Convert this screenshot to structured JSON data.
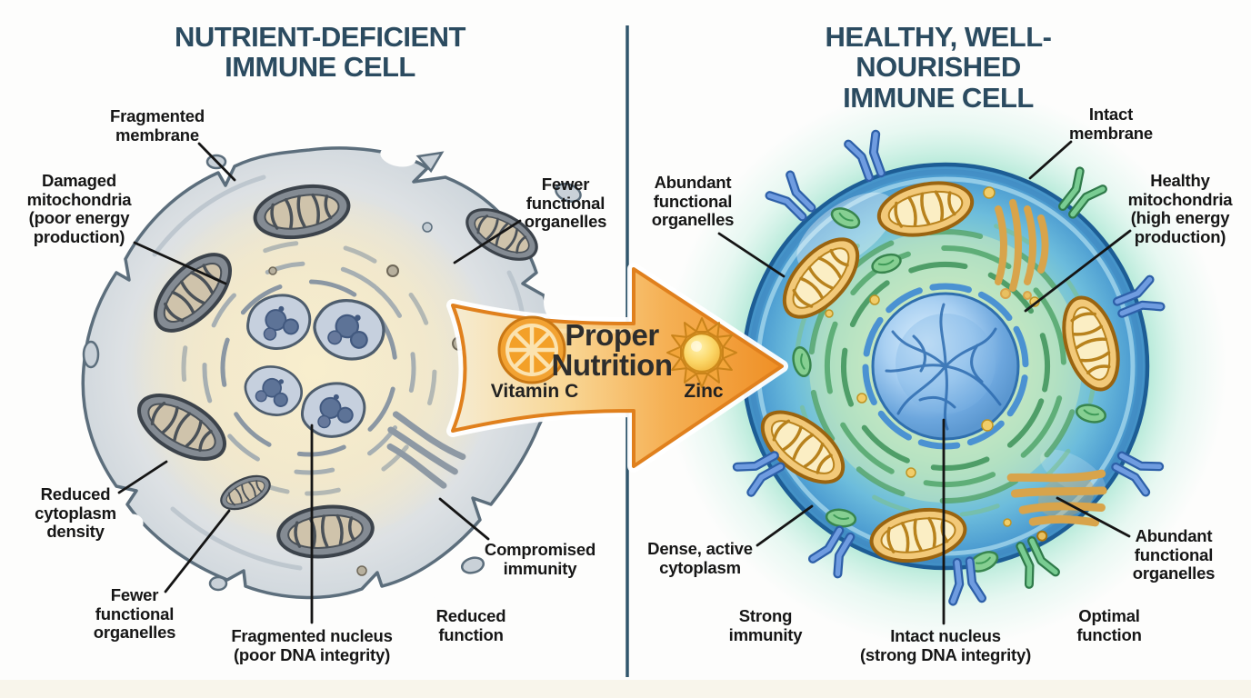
{
  "left": {
    "title": "NUTRIENT-DEFICIENT\nIMMUNE CELL",
    "labels": {
      "fragmented_membrane": "Fragmented\nmembrane",
      "damaged_mitochondria": "Damaged\nmitochondria\n(poor energy\nproduction)",
      "fewer_organelles_top": "Fewer\nfunctional\norganelles",
      "reduced_cytoplasm": "Reduced\ncytoplasm\ndensity",
      "fewer_organelles_bottom": "Fewer\nfunctional\norganelles",
      "fragmented_nucleus": "Fragmented nucleus\n(poor DNA integrity)",
      "compromised_immunity": "Compromised\nimmunity",
      "reduced_function": "Reduced\nfunction"
    }
  },
  "right": {
    "title": "HEALTHY, WELL-NOURISHED\nIMMUNE CELL",
    "labels": {
      "intact_membrane": "Intact\nmembrane",
      "abundant_organelles_top": "Abundant\nfunctional\norganelles",
      "healthy_mitochondria": "Healthy\nmitochondria\n(high energy\nproduction)",
      "dense_cytoplasm": "Dense, active\ncytoplasm",
      "strong_immunity": "Strong\nimmunity",
      "intact_nucleus": "Intact nucleus\n(strong DNA integrity)",
      "optimal_function": "Optimal\nfunction",
      "abundant_organelles_bottom": "Abundant\nfunctional\norganelles"
    }
  },
  "center": {
    "arrow_text": "Proper\nNutrition",
    "vitamin_c_label": "Vitamin C",
    "zinc_label": "Zinc",
    "icons": {
      "vitamin_c": "orange-slice-icon",
      "zinc": "sun-icon"
    }
  },
  "colors": {
    "title_text": "#2b4b60",
    "label_text": "#161616",
    "divider": "#31566d",
    "arrow_orange": "#ef8f25",
    "healthy_cell_blue": "#4f9fd2",
    "deficient_cell_gray": "#c9d2d9"
  }
}
